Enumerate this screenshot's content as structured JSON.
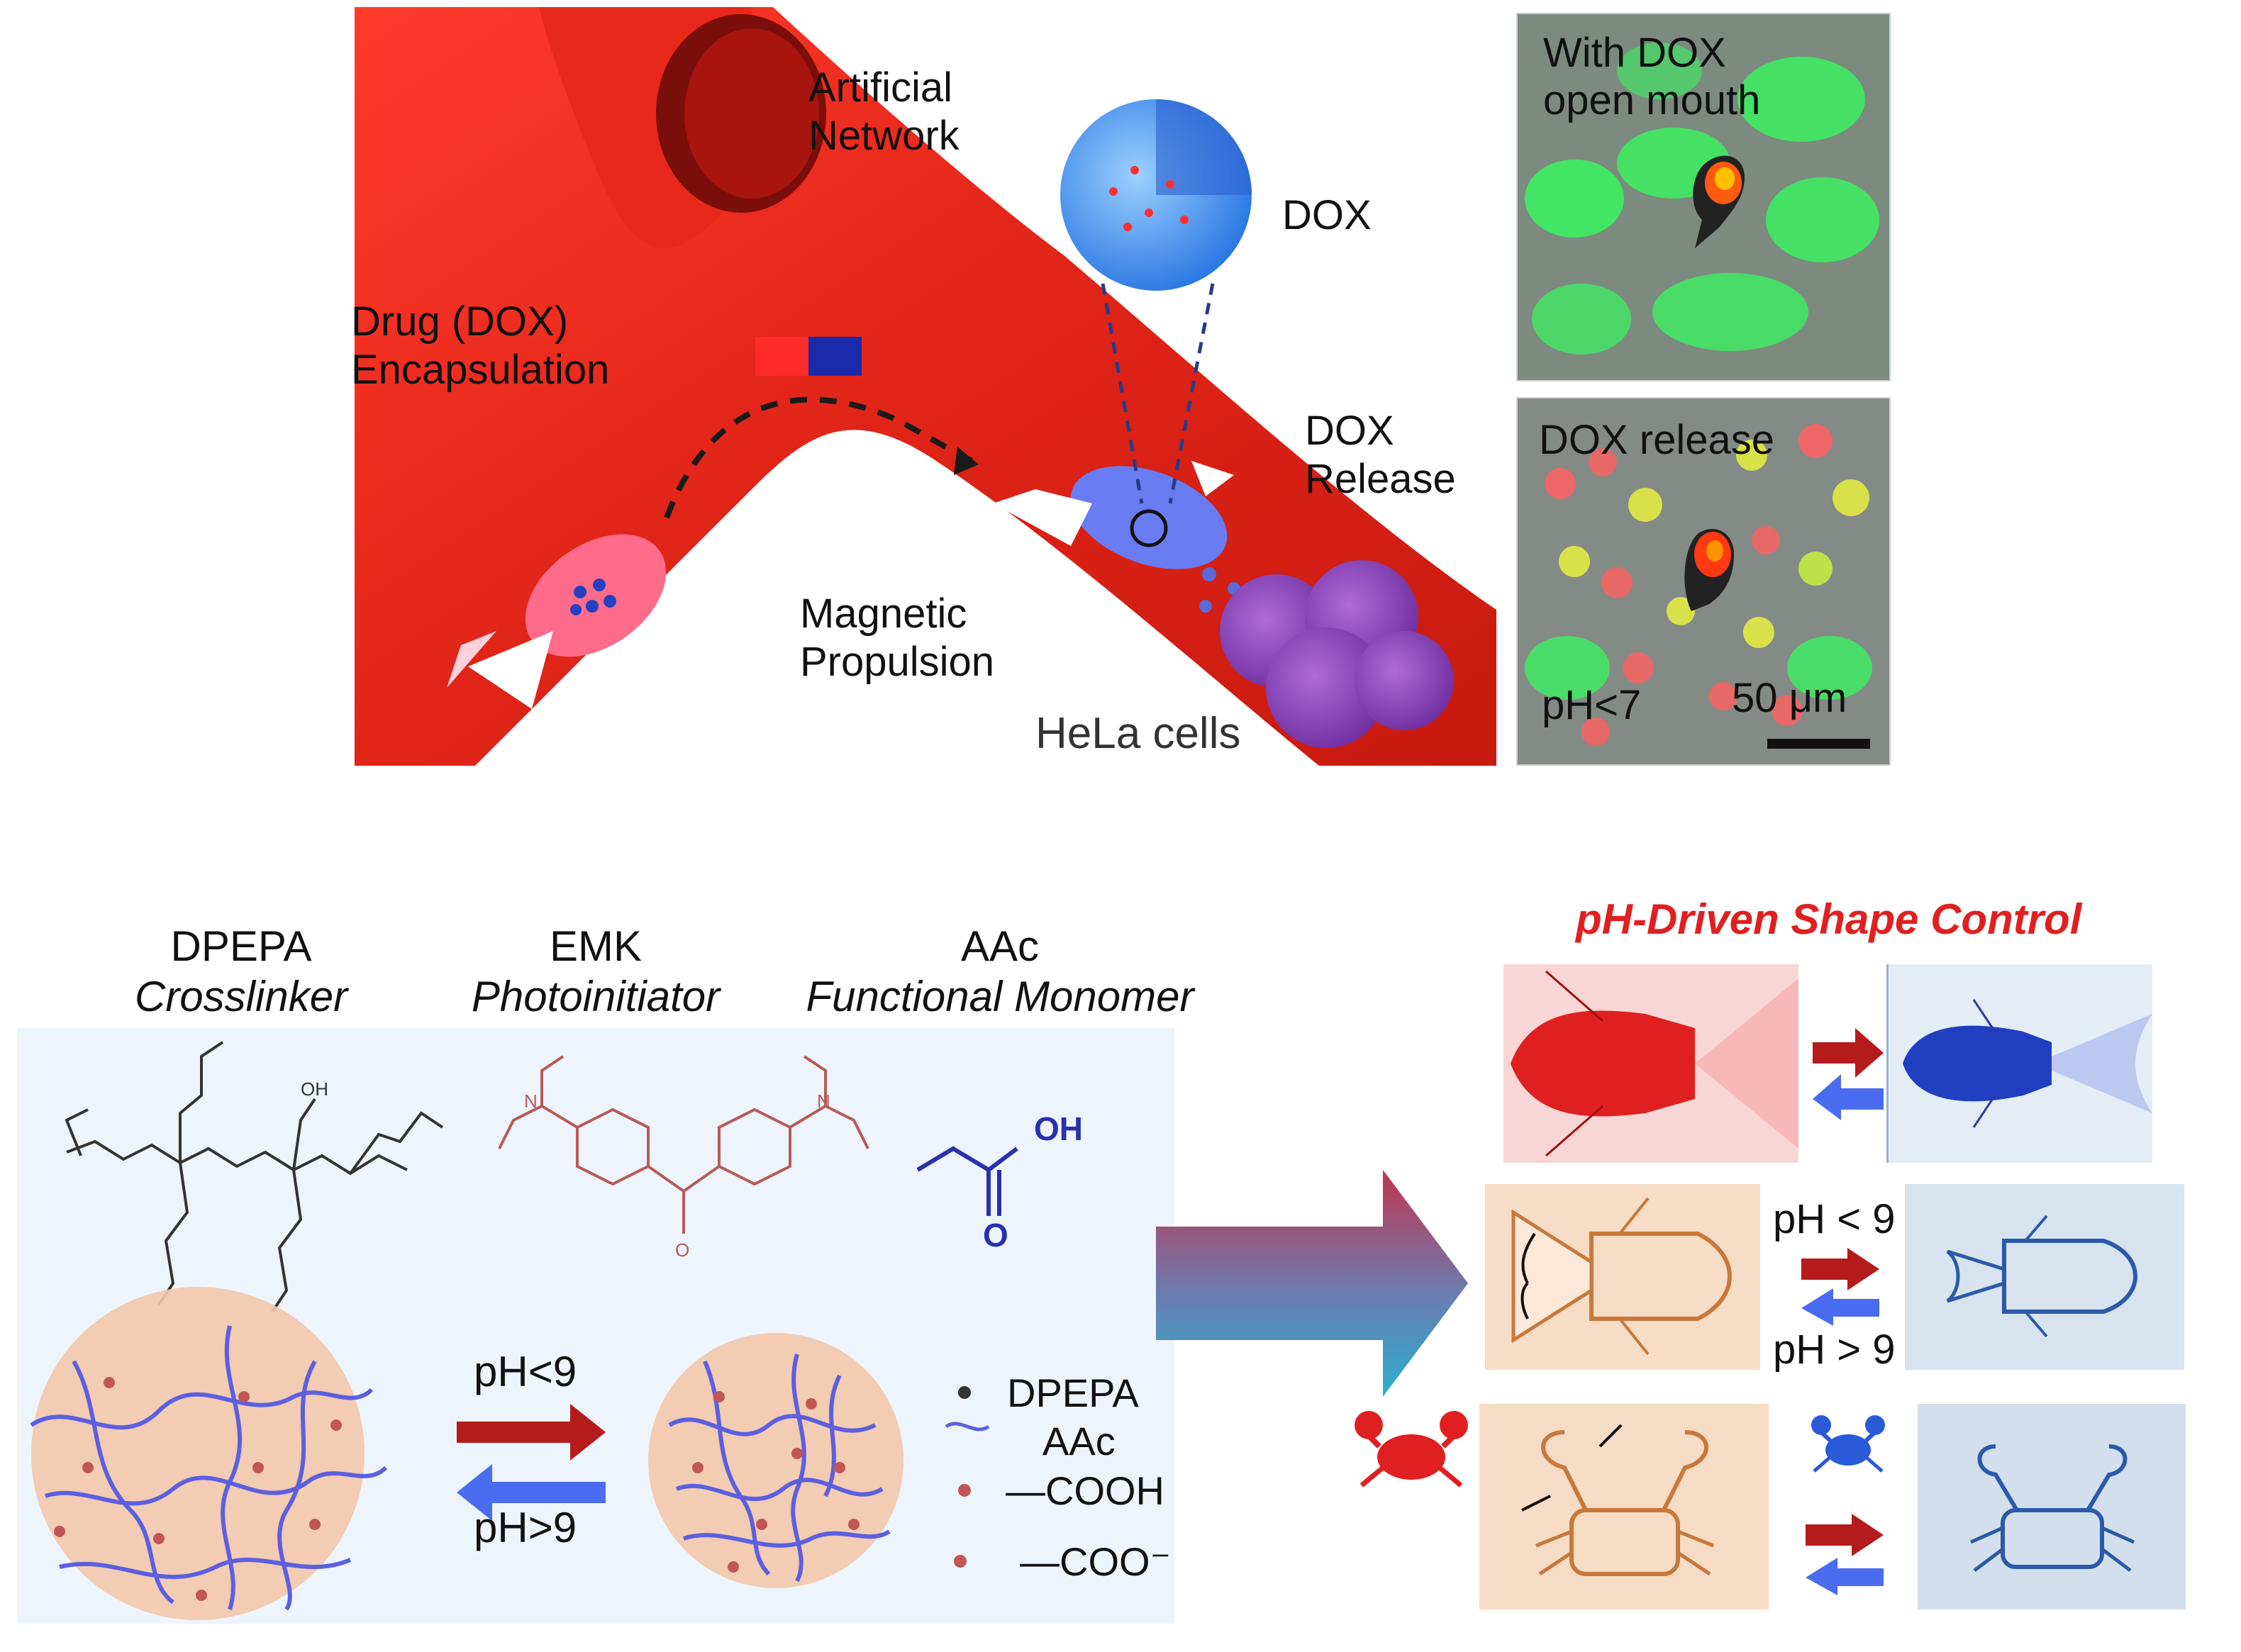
{
  "top": {
    "artificial_network": [
      "Artificial",
      "Network"
    ],
    "drug_encapsulation": [
      "Drug (DOX)",
      "Encapsulation"
    ],
    "dox": "DOX",
    "dox_release": [
      "DOX",
      "Release"
    ],
    "magnetic_propulsion": [
      "Magnetic",
      "Propulsion"
    ],
    "hela_cells": "HeLa cells",
    "micrograph_top": {
      "caption": [
        "With DOX",
        "open mouth"
      ]
    },
    "micrograph_bottom": {
      "caption": "DOX release",
      "ph": "pH<7",
      "scale": "50 μm"
    }
  },
  "bottom_left": {
    "components": [
      {
        "name": "DPEPA",
        "role": "Crosslinker"
      },
      {
        "name": "EMK",
        "role": "Photoinitiator"
      },
      {
        "name": "AAc",
        "role": "Functional Monomer"
      }
    ],
    "oh_label": "OH",
    "o_label": "O",
    "arrow_top_label": "pH<9",
    "arrow_bottom_label": "pH>9",
    "legend": [
      {
        "symbol": "•",
        "label": "DPEPA"
      },
      {
        "symbol": "~",
        "label": "AAc"
      },
      {
        "symbol": "•",
        "label": "—COOH"
      },
      {
        "symbol": "•-",
        "label": "—COO⁻"
      }
    ]
  },
  "bottom_right": {
    "title": "pH-Driven Shape Control",
    "ph_lt": "pH < 9",
    "ph_gt": "pH > 9"
  },
  "colors": {
    "vessel": "#e0281d",
    "red_arrow": "#b51b1b",
    "blue_arrow": "#4a6cf0",
    "title_red": "#e02020",
    "network_blue": "#5b5fe0"
  }
}
